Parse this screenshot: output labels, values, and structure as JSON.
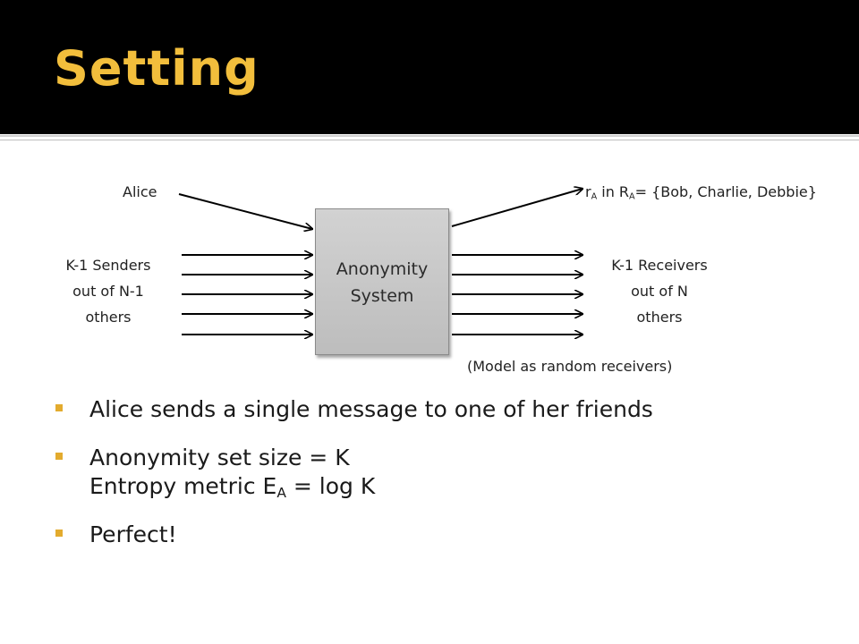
{
  "slide": {
    "title": "Setting",
    "accent_color": "#e3ab2e",
    "title_color": "#f2be3c",
    "header_color": "#000000"
  },
  "diagram": {
    "sender_label": "Alice",
    "senders_label_lines": [
      "K-1 Senders",
      "out of N-1",
      "others"
    ],
    "box_label_lines": [
      "Anonymity",
      "System"
    ],
    "receiver_label": {
      "r": "r",
      "r_sub": "A",
      "mid": " in R",
      "R_sub": "A",
      "rest": "= {Bob, Charlie, Debbie}"
    },
    "receivers_label_lines": [
      "K-1 Receivers",
      "out of N",
      "others"
    ],
    "model_note": "(Model as random receivers)"
  },
  "bullets": {
    "b1": "Alice sends a single message to one of her friends",
    "b2_line1": "Anonymity set size = K",
    "b2_line2_pre": "Entropy metric E",
    "b2_line2_sub": "A",
    "b2_line2_post": " = log K",
    "b3": "Perfect!"
  }
}
